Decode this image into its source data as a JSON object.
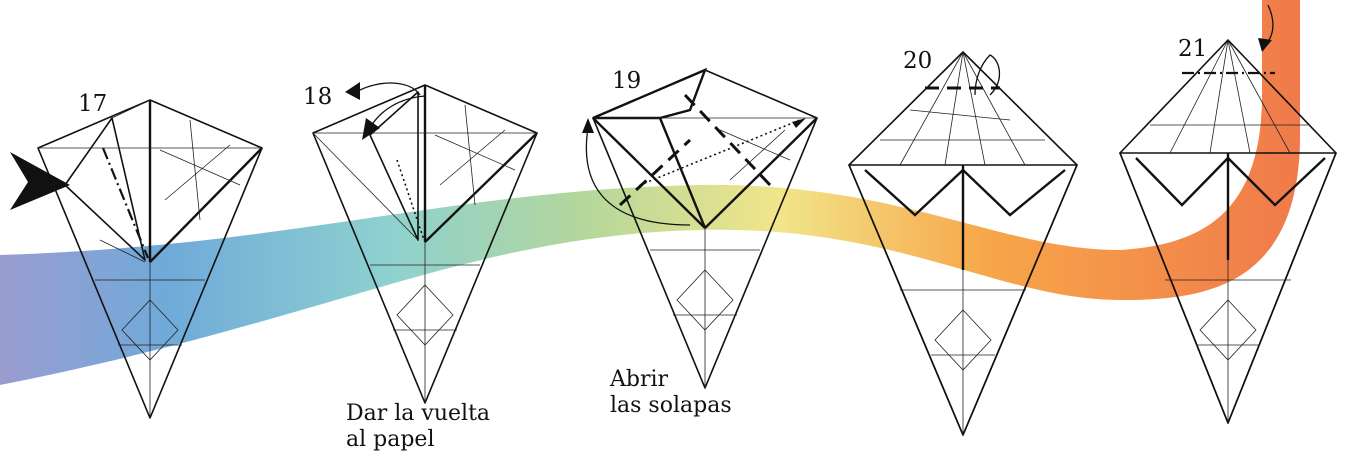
{
  "steps": [
    {
      "number": "17",
      "caption": []
    },
    {
      "number": "18",
      "caption": [
        "Dar la vuelta",
        "al papel"
      ]
    },
    {
      "number": "19",
      "caption": [
        "Abrir",
        "las solapas"
      ]
    },
    {
      "number": "20",
      "caption": []
    },
    {
      "number": "21",
      "caption": []
    }
  ],
  "colors": {
    "paper_light": "#e4f1f9",
    "paper_dark": "#8fbcda",
    "ribbon": [
      "#9b9cd0",
      "#6faad9",
      "#8ed1cf",
      "#b4d79b",
      "#f2e58a",
      "#f7a64a",
      "#f07a4a"
    ]
  }
}
